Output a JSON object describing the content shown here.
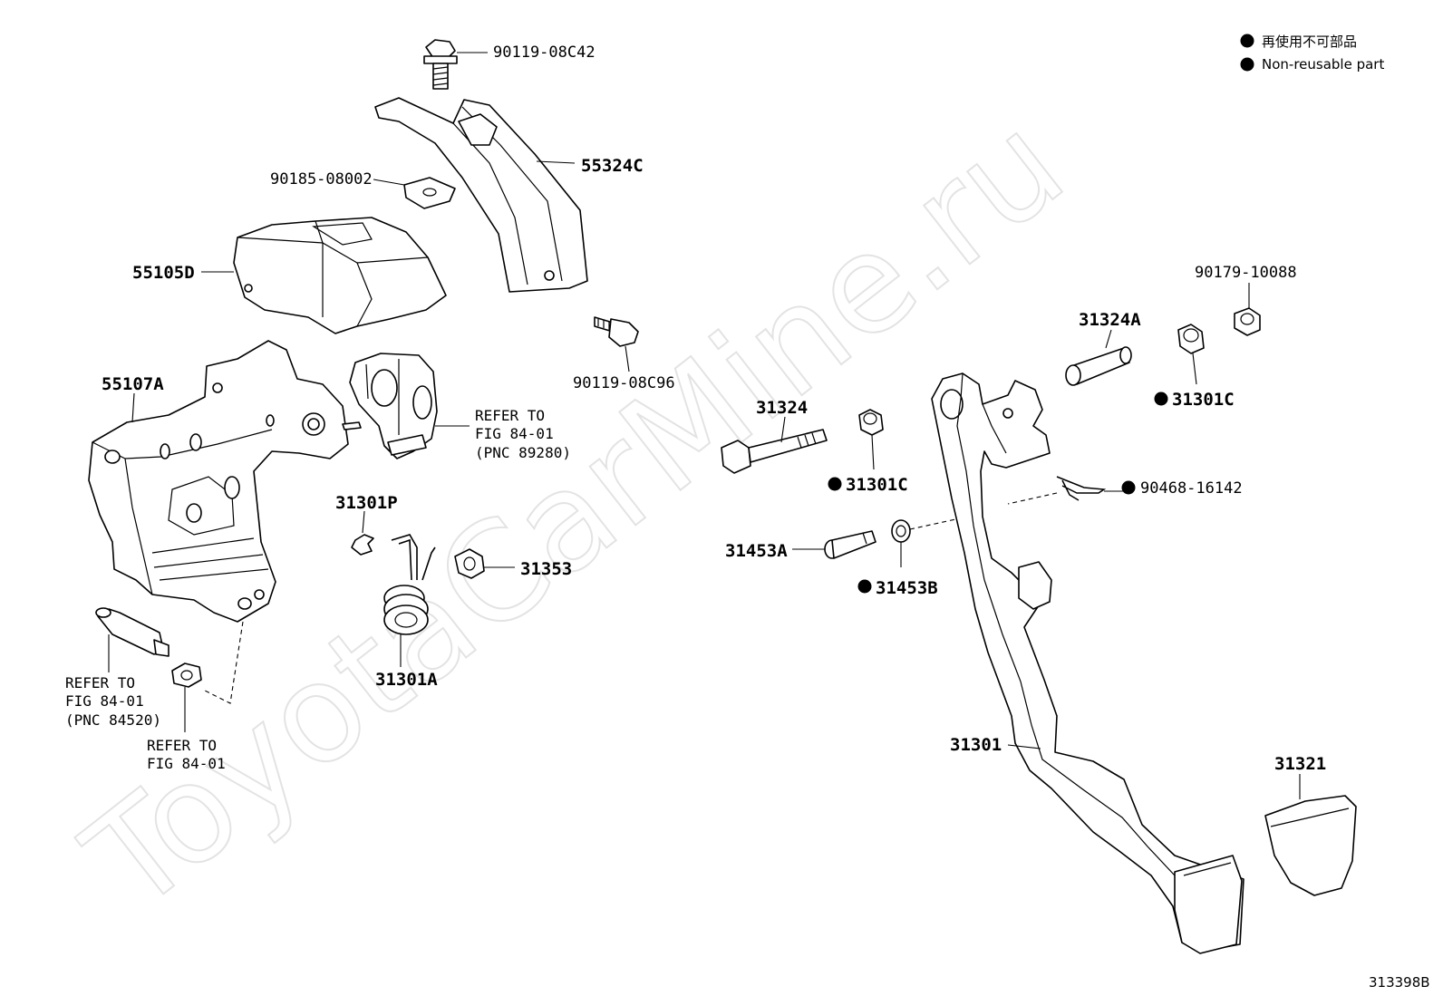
{
  "watermark": "ToyotaCarMine.ru",
  "legend": {
    "line1": "再使用不可部品",
    "line2": "Non-reusable part"
  },
  "figure_code": "313398B",
  "parts": {
    "p_90119_08C42": "90119-08C42",
    "p_55324C": "55324C",
    "p_90185_08002": "90185-08002",
    "p_55105D": "55105D",
    "p_90119_08C96": "90119-08C96",
    "p_55107A": "55107A",
    "p_31301P": "31301P",
    "p_31353": "31353",
    "p_31301A": "31301A",
    "p_31324": "31324",
    "p_31301C_a": "31301C",
    "p_31453A": "31453A",
    "p_31453B": "31453B",
    "p_31324A": "31324A",
    "p_90179_10088": "90179-10088",
    "p_31301C_b": "31301C",
    "p_90468_16142": "90468-16142",
    "p_31301": "31301",
    "p_31321": "31321"
  },
  "refs": {
    "ref1": {
      "l1": "REFER TO",
      "l2": "FIG 84-01",
      "l3": "(PNC 89280)"
    },
    "ref2": {
      "l1": "REFER TO",
      "l2": "FIG 84-01",
      "l3": "(PNC 84520)"
    },
    "ref3": {
      "l1": "REFER TO",
      "l2": "FIG 84-01"
    }
  }
}
